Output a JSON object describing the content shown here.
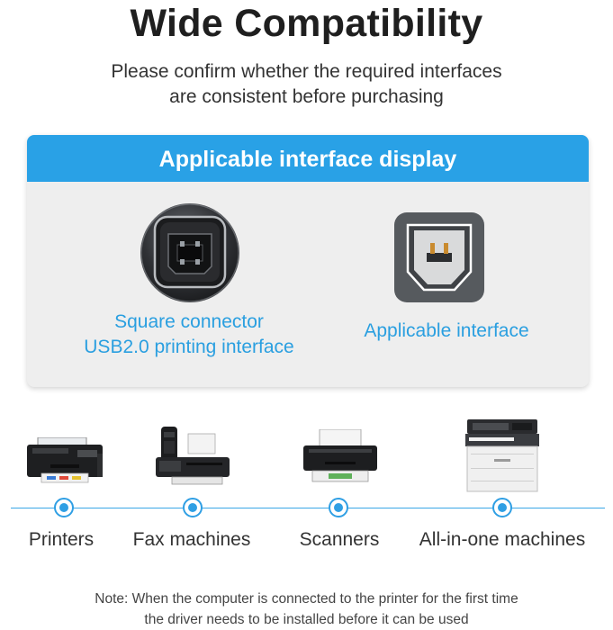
{
  "header": {
    "title": "Wide Compatibility",
    "subtitle_line1": "Please confirm whether the required interfaces",
    "subtitle_line2": "are consistent before purchasing"
  },
  "panel": {
    "heading": "Applicable interface display",
    "left_caption_line1": "Square connector",
    "left_caption_line2": "USB2.0 printing interface",
    "right_caption": "Applicable interface",
    "accent_color": "#29a1e6"
  },
  "devices": [
    {
      "label": "Printers",
      "icon": "printer-icon"
    },
    {
      "label": "Fax machines",
      "icon": "fax-machine-icon"
    },
    {
      "label": "Scanners",
      "icon": "scanner-icon"
    },
    {
      "label": "All-in-one machines",
      "icon": "all-in-one-machine-icon"
    }
  ],
  "note": {
    "line1": "Note: When the computer is connected to the printer for the first time",
    "line2": "the driver needs to be installed before it can be used"
  }
}
